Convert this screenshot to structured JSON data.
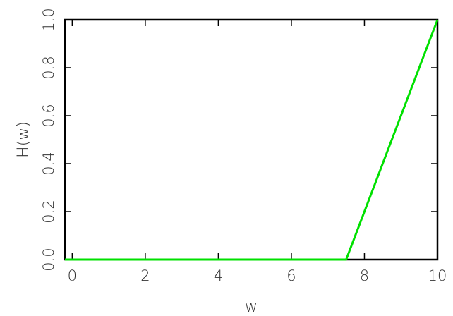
{
  "chart_data": {
    "type": "line",
    "title": "",
    "xlabel": "w",
    "ylabel": "H(w)",
    "xlim": [
      -0.2,
      10
    ],
    "ylim": [
      0,
      1
    ],
    "xticks": [
      0,
      2,
      4,
      6,
      8,
      10
    ],
    "yticks": [
      0.0,
      0.2,
      0.4,
      0.6,
      0.8,
      1.0
    ],
    "xtick_labels": [
      "0",
      "2",
      "4",
      "6",
      "8",
      "10"
    ],
    "ytick_labels": [
      "0.0",
      "0.2",
      "0.4",
      "0.6",
      "0.8",
      "1.0"
    ],
    "grid": false,
    "series": [
      {
        "color": "#00e000",
        "x": [
          -0.2,
          7.5,
          10
        ],
        "y": [
          0,
          0,
          1
        ]
      }
    ]
  }
}
